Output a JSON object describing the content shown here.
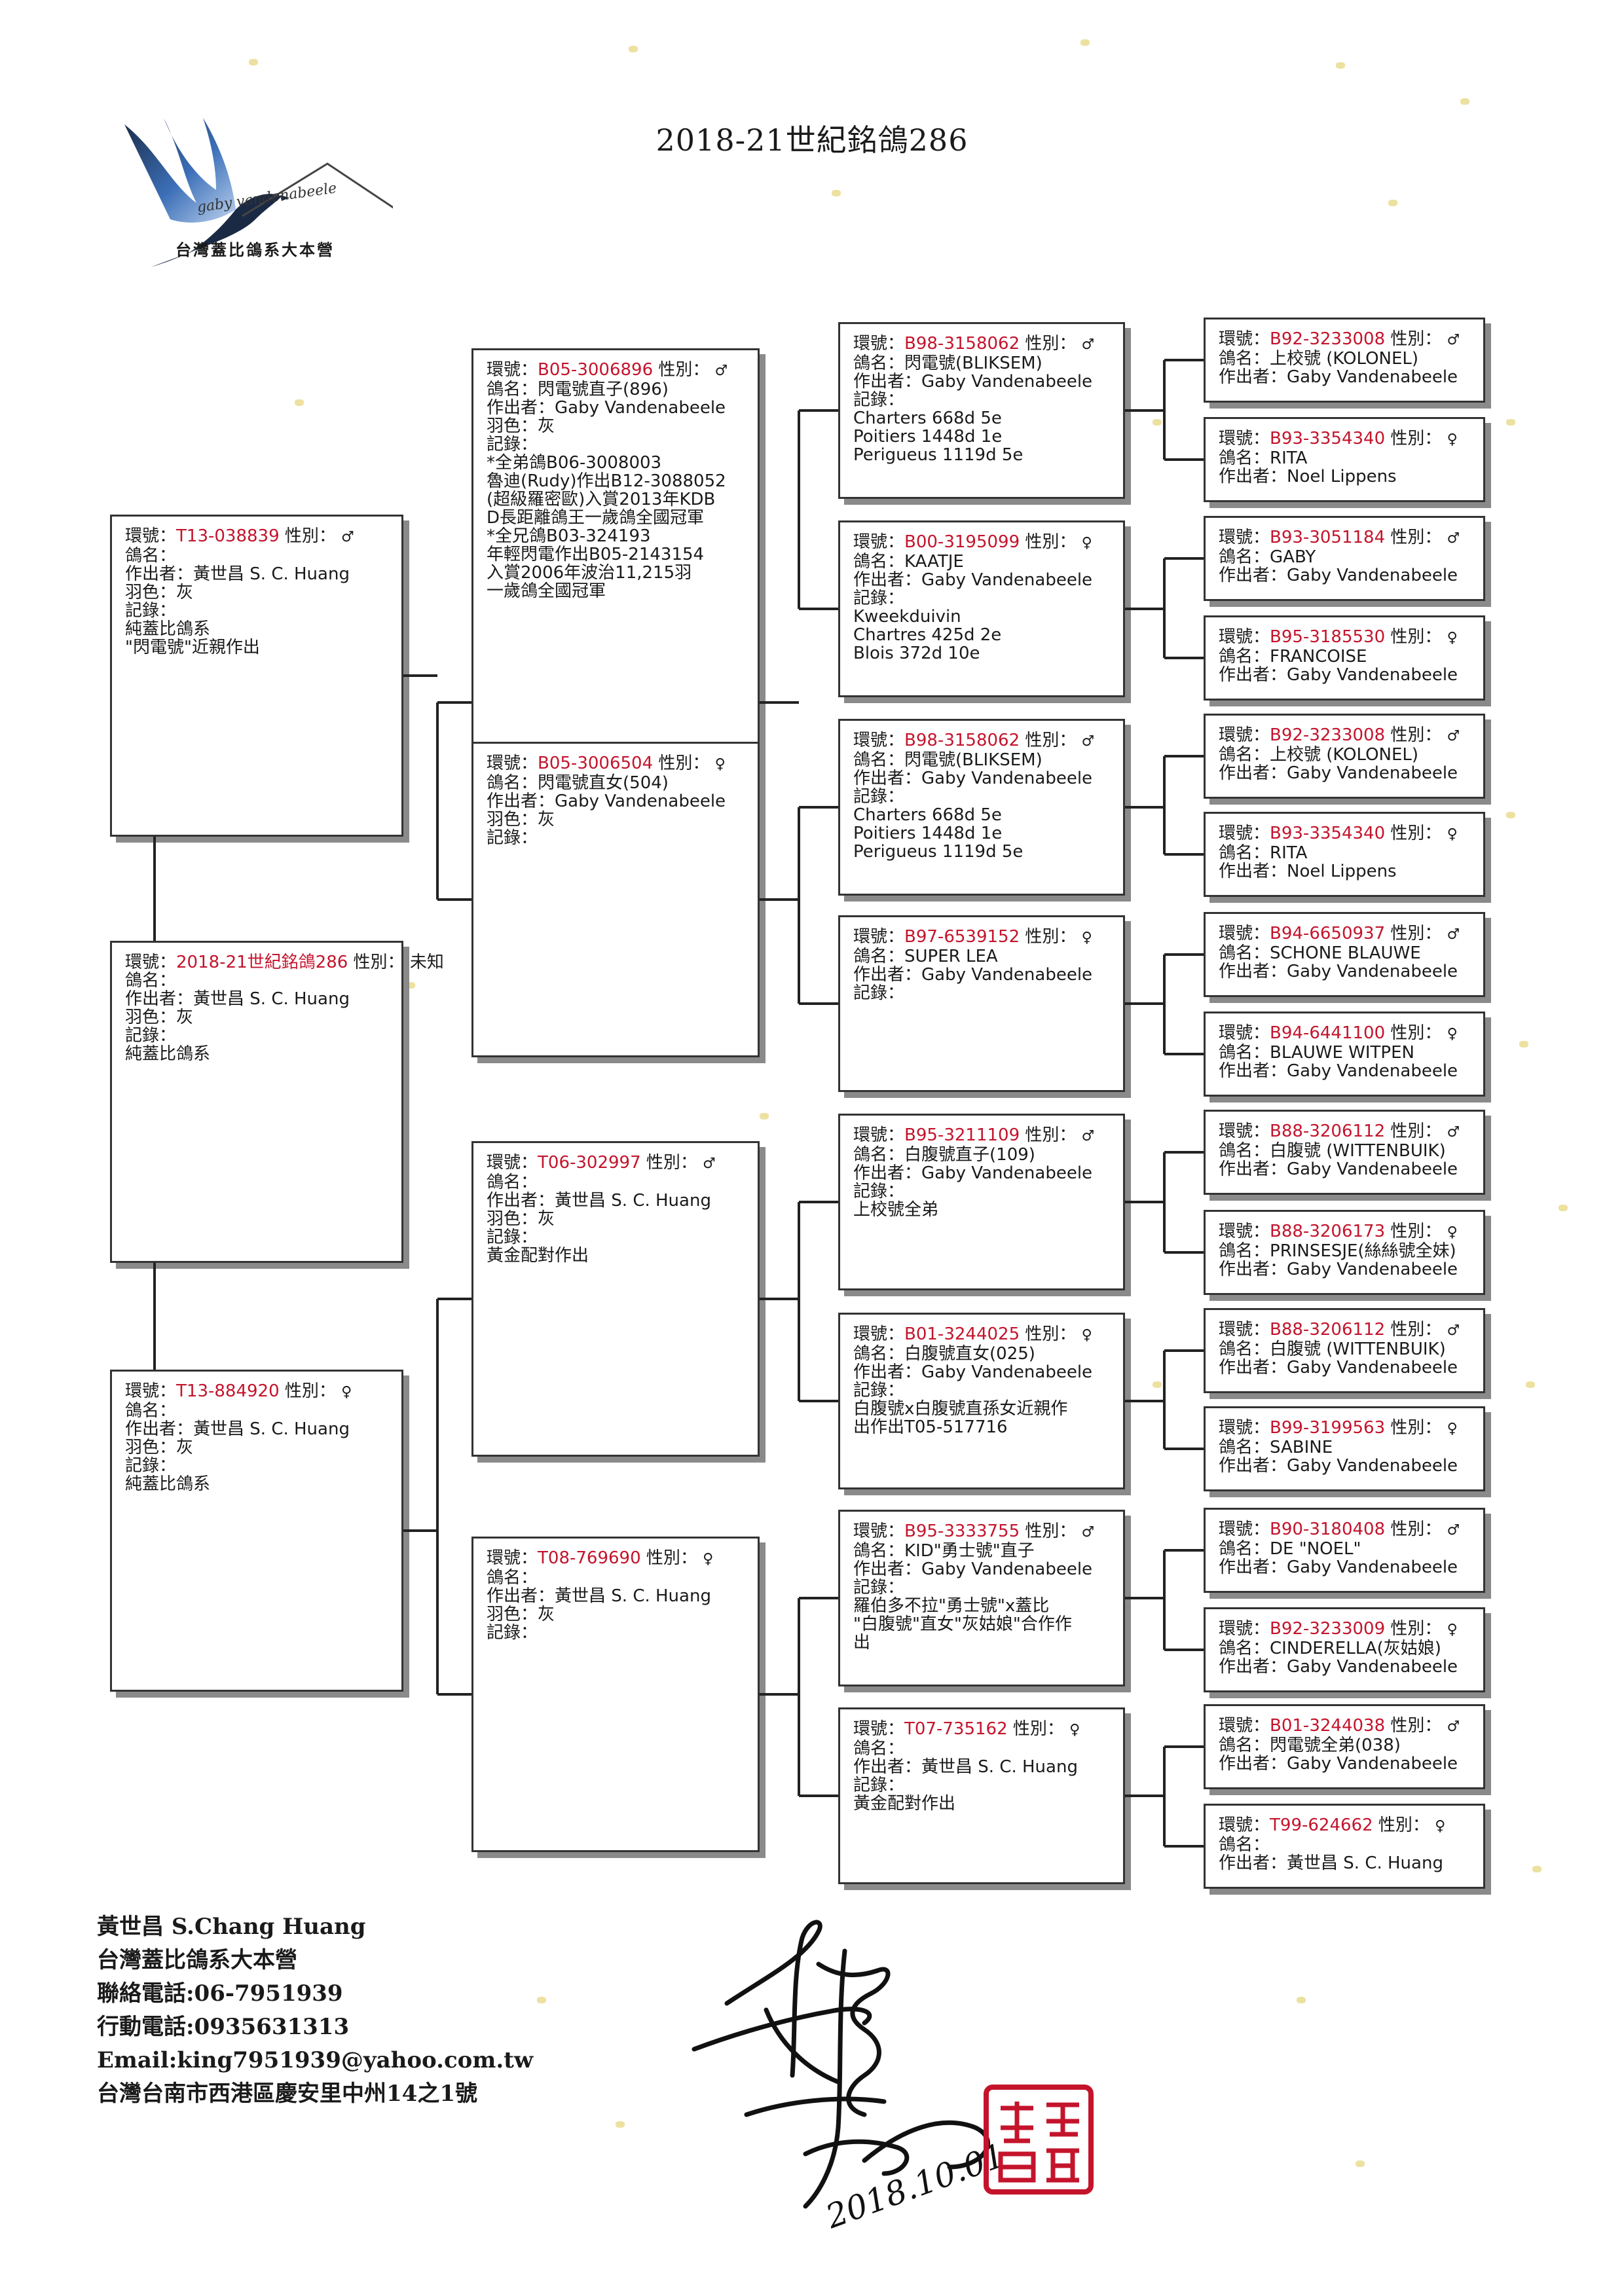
{
  "title": "2018-21世紀銘鴿286",
  "logo": {
    "script": "gaby vandenabeele",
    "name": "台灣蓋比鴿系大本營"
  },
  "labels": {
    "ring": "環號：",
    "sex": "性別：",
    "name": "鴿名：",
    "breeder": "作出者：",
    "color": "羽色：",
    "record": "記錄："
  },
  "boxes": [
    {
      "ring": "T13-038839",
      "sex": "♂",
      "name": "",
      "breeder": "黃世昌 S. C. Huang",
      "color": "灰",
      "notes": [
        "純蓋比鴿系",
        "\"閃電號\"近親作出"
      ]
    },
    {
      "ring": "2018-21世紀銘鴿286",
      "sex": "未知",
      "name": "",
      "breeder": "黃世昌 S. C. Huang",
      "color": "灰",
      "notes": [
        "純蓋比鴿系"
      ]
    },
    {
      "ring": "T13-884920",
      "sex": "♀",
      "name": "",
      "breeder": "黃世昌 S. C. Huang",
      "color": "灰",
      "notes": [
        "純蓋比鴿系"
      ]
    },
    {
      "ring": "B05-3006896",
      "sex": "♂",
      "name": "閃電號直子(896)",
      "breeder": "Gaby Vandenabeele",
      "color": "灰",
      "notes": [
        "*全弟鴿B06-3008003",
        "魯迪(Rudy)作出B12-3088052",
        "(超級羅密歐)入賞2013年KDB",
        "D長距離鴿王一歲鴿全國冠軍",
        "*全兄鴿B03-324193",
        "年輕閃電作出B05-2143154",
        "入賞2006年波治11,215羽",
        "一歲鴿全國冠軍"
      ]
    },
    {
      "ring": "B05-3006504",
      "sex": "♀",
      "name": "閃電號直女(504)",
      "breeder": "Gaby Vandenabeele",
      "color": "灰",
      "notes": []
    },
    {
      "ring": "T06-302997",
      "sex": "♂",
      "name": "",
      "breeder": "黃世昌 S. C. Huang",
      "color": "灰",
      "notes": [
        "黃金配對作出"
      ]
    },
    {
      "ring": "T08-769690",
      "sex": "♀",
      "name": "",
      "breeder": "黃世昌 S. C. Huang",
      "color": "灰",
      "notes": []
    },
    {
      "ring": "B98-3158062",
      "sex": "♂",
      "name": "閃電號(BLIKSEM)",
      "breeder": "Gaby Vandenabeele",
      "notes": [
        "Charters 668d 5e",
        "Poitiers 1448d 1e",
        "Perigueus 1119d 5e"
      ]
    },
    {
      "ring": "B00-3195099",
      "sex": "♀",
      "name": "KAATJE",
      "breeder": "Gaby Vandenabeele",
      "notes": [
        "Kweekduivin",
        "Chartres 425d 2e",
        "Blois 372d 10e"
      ]
    },
    {
      "ring": "B98-3158062",
      "sex": "♂",
      "name": "閃電號(BLIKSEM)",
      "breeder": "Gaby Vandenabeele",
      "notes": [
        "Charters 668d 5e",
        "Poitiers 1448d 1e",
        "Perigueus 1119d 5e"
      ]
    },
    {
      "ring": "B97-6539152",
      "sex": "♀",
      "name": "SUPER LEA",
      "breeder": "Gaby Vandenabeele",
      "notes": []
    },
    {
      "ring": "B95-3211109",
      "sex": "♂",
      "name": "白腹號直子(109)",
      "breeder": "Gaby Vandenabeele",
      "notes": [
        "上校號全弟"
      ]
    },
    {
      "ring": "B01-3244025",
      "sex": "♀",
      "name": "白腹號直女(025)",
      "breeder": "Gaby Vandenabeele",
      "notes": [
        "白腹號x白腹號直孫女近親作",
        "出作出T05-517716"
      ]
    },
    {
      "ring": "B95-3333755",
      "sex": "♂",
      "name": "KID\"勇士號\"直子",
      "breeder": "Gaby Vandenabeele",
      "notes": [
        "羅伯多不拉\"勇士號\"x蓋比",
        "\"白腹號\"直女\"灰姑娘\"合作作",
        "出"
      ]
    },
    {
      "ring": "T07-735162",
      "sex": "♀",
      "name": "",
      "breeder": "黃世昌 S. C. Huang",
      "notes": [
        "黃金配對作出"
      ]
    },
    {
      "ring": "B92-3233008",
      "sex": "♂",
      "name": "上校號 (KOLONEL)",
      "breeder": "Gaby Vandenabeele"
    },
    {
      "ring": "B93-3354340",
      "sex": "♀",
      "name": "RITA",
      "breeder": "Noel Lippens"
    },
    {
      "ring": "B93-3051184",
      "sex": "♂",
      "name": "GABY",
      "breeder": "Gaby Vandenabeele"
    },
    {
      "ring": "B95-3185530",
      "sex": "♀",
      "name": "FRANCOISE",
      "breeder": "Gaby Vandenabeele"
    },
    {
      "ring": "B92-3233008",
      "sex": "♂",
      "name": "上校號 (KOLONEL)",
      "breeder": "Gaby Vandenabeele"
    },
    {
      "ring": "B93-3354340",
      "sex": "♀",
      "name": "RITA",
      "breeder": "Noel Lippens"
    },
    {
      "ring": "B94-6650937",
      "sex": "♂",
      "name": "SCHONE BLAUWE",
      "breeder": "Gaby Vandenabeele"
    },
    {
      "ring": "B94-6441100",
      "sex": "♀",
      "name": "BLAUWE WITPEN",
      "breeder": "Gaby Vandenabeele"
    },
    {
      "ring": "B88-3206112",
      "sex": "♂",
      "name": "白腹號 (WITTENBUIK)",
      "breeder": "Gaby Vandenabeele"
    },
    {
      "ring": "B88-3206173",
      "sex": "♀",
      "name": "PRINSESJE(絲絲號全妹)",
      "breeder": "Gaby Vandenabeele"
    },
    {
      "ring": "B88-3206112",
      "sex": "♂",
      "name": "白腹號 (WITTENBUIK)",
      "breeder": "Gaby Vandenabeele"
    },
    {
      "ring": "B99-3199563",
      "sex": "♀",
      "name": "SABINE",
      "breeder": "Gaby Vandenabeele"
    },
    {
      "ring": "B90-3180408",
      "sex": "♂",
      "name": "DE \"NOEL\"",
      "breeder": "Gaby Vandenabeele"
    },
    {
      "ring": "B92-3233009",
      "sex": "♀",
      "name": "CINDERELLA(灰姑娘)",
      "breeder": "Gaby Vandenabeele"
    },
    {
      "ring": "B01-3244038",
      "sex": "♂",
      "name": "閃電號全弟(038)",
      "breeder": "Gaby Vandenabeele"
    },
    {
      "ring": "T99-624662",
      "sex": "♀",
      "name": "",
      "breeder": "黃世昌 S. C. Huang"
    }
  ],
  "contact": [
    "黃世昌 S.Chang Huang",
    "台灣蓋比鴿系大本營",
    "聯絡電話:06-7951939",
    "行動電話:0935631313",
    "Email:king7951939@yahoo.com.tw",
    "台灣台南市西港區慶安里中州14之1號"
  ],
  "signature_date": "2018.10.01"
}
